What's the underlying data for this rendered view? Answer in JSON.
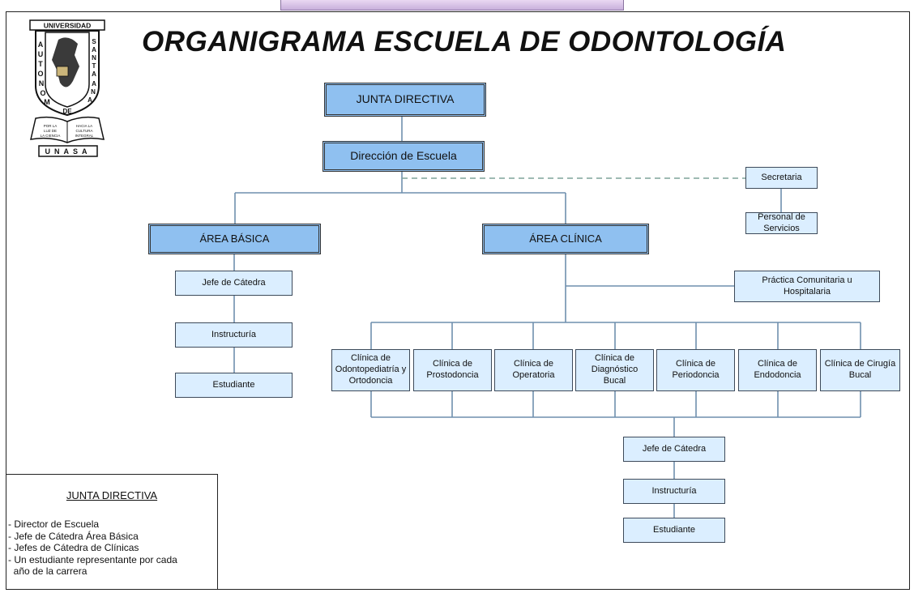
{
  "title": "ORGANIGRAMA ESCUELA DE ODONTOLOGÍA",
  "logo": {
    "top_text": "UNIVERSIDAD",
    "left_text": "AUTONOMA",
    "right_text": "SANTA ANA",
    "de_text": "DE",
    "book_left": "POR LA LUZ DE LA CIENCIA",
    "book_right": "HACIA LA CULTURA INTEGRAL",
    "bottom_text": "UNASA"
  },
  "boxes": {
    "junta_directiva": "JUNTA DIRECTIVA",
    "direccion": "Dirección de Escuela",
    "secretaria": "Secretaria",
    "personal_servicios": "Personal de Servicios",
    "area_basica": "ÁREA BÁSICA",
    "area_clinica": "ÁREA CLÍNICA",
    "practica_comunitaria": "Práctica Comunitaria u Hospitalaria",
    "basica_jefe": "Jefe de Cátedra",
    "basica_instructuria": "Instructuría",
    "basica_estudiante": "Estudiante",
    "clinicas": [
      "Clínica de Odontopediatría y Ortodoncia",
      "Clínica de Prostodoncia",
      "Clínica de Operatoria",
      "Clínica de Diagnóstico Bucal",
      "Clínica de Periodoncia",
      "Clínica de Endodoncia",
      "Clínica de Cirugía Bucal"
    ],
    "clinica_jefe": "Jefe de Cátedra",
    "clinica_instructuria": "Instructuría",
    "clinica_estudiante": "Estudiante"
  },
  "legend": {
    "title": "JUNTA DIRECTIVA",
    "items": [
      "- Director de Escuela",
      "- Jefe de Cátedra Área Básica",
      "- Jefes de Cátedra de Clínicas",
      "- Un estudiante representante por cada",
      "  año de la carrera"
    ]
  },
  "colors": {
    "head_fill": "#8fc0f0",
    "node_fill": "#dbeeff",
    "line": "#6f8fae",
    "dashed_line": "#7fa49a"
  }
}
